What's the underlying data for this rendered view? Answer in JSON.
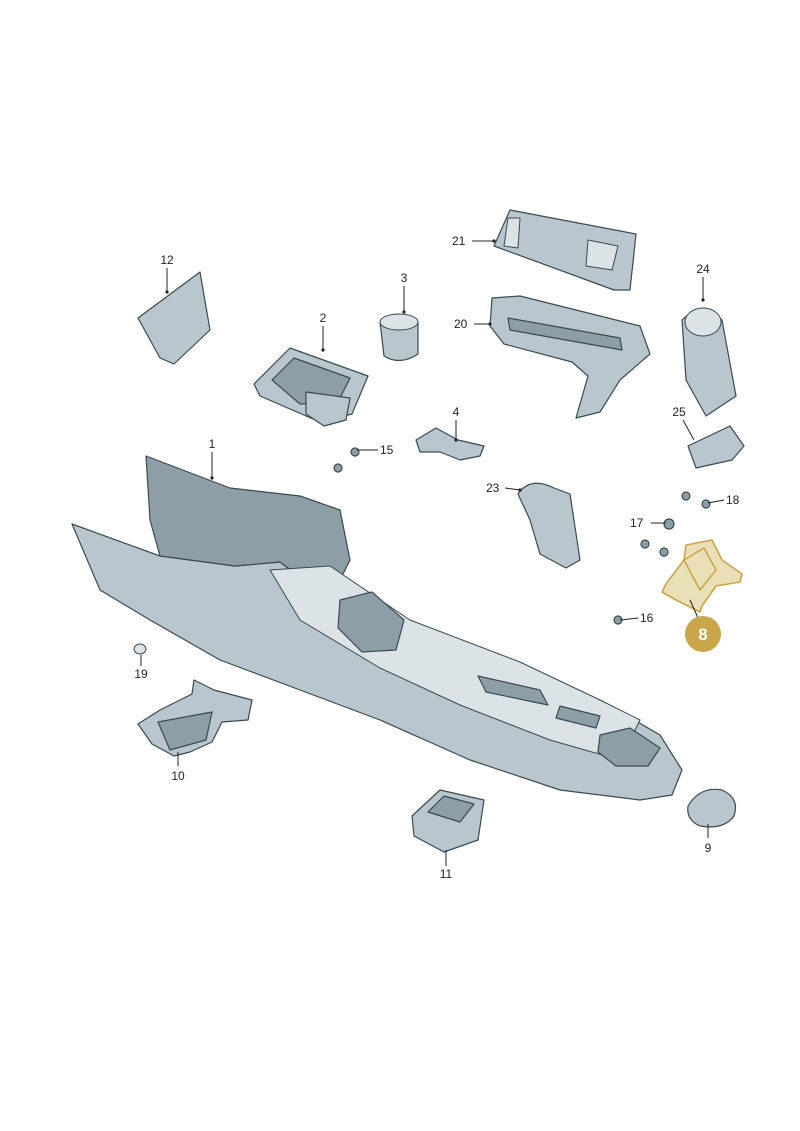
{
  "diagram": {
    "highlighted_part": "8",
    "highlight_color": "#c9a64a",
    "part_color": "#b9c6cd",
    "labels": {
      "p1": "1",
      "p2": "2",
      "p3": "3",
      "p4": "4",
      "p8": "8",
      "p9": "9",
      "p10": "10",
      "p11": "11",
      "p12": "12",
      "p15": "15",
      "p16": "16",
      "p17": "17",
      "p18": "18",
      "p19": "19",
      "p20": "20",
      "p21": "21",
      "p23": "23",
      "p24": "24",
      "p25": "25"
    }
  }
}
